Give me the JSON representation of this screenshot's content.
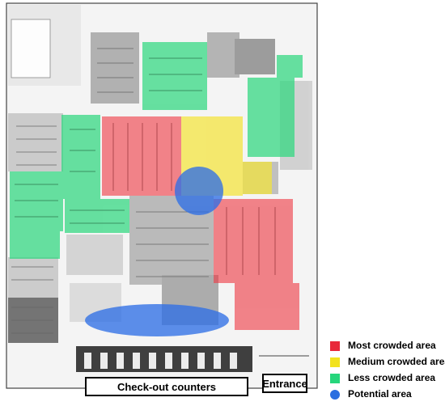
{
  "labels": {
    "checkout": "Check-out counters",
    "entrance": "Entrance"
  },
  "legend": [
    {
      "label": "Most crowded area",
      "color": "#e8293a",
      "shape": "square"
    },
    {
      "label": "Medium crowded area",
      "color": "#f2e21d",
      "shape": "square"
    },
    {
      "label": "Less crowded area",
      "color": "#26d67c",
      "shape": "square"
    },
    {
      "label": "Potential area",
      "color": "#2b6fe0",
      "shape": "circle"
    }
  ],
  "zone_colors": {
    "most": "#ef3b45",
    "medium": "#f4e43a",
    "less": "#2fd87f",
    "potential": "#2f6fe6",
    "shelf": "#9a9a9a",
    "shelf_dark": "#3d3d3d"
  }
}
